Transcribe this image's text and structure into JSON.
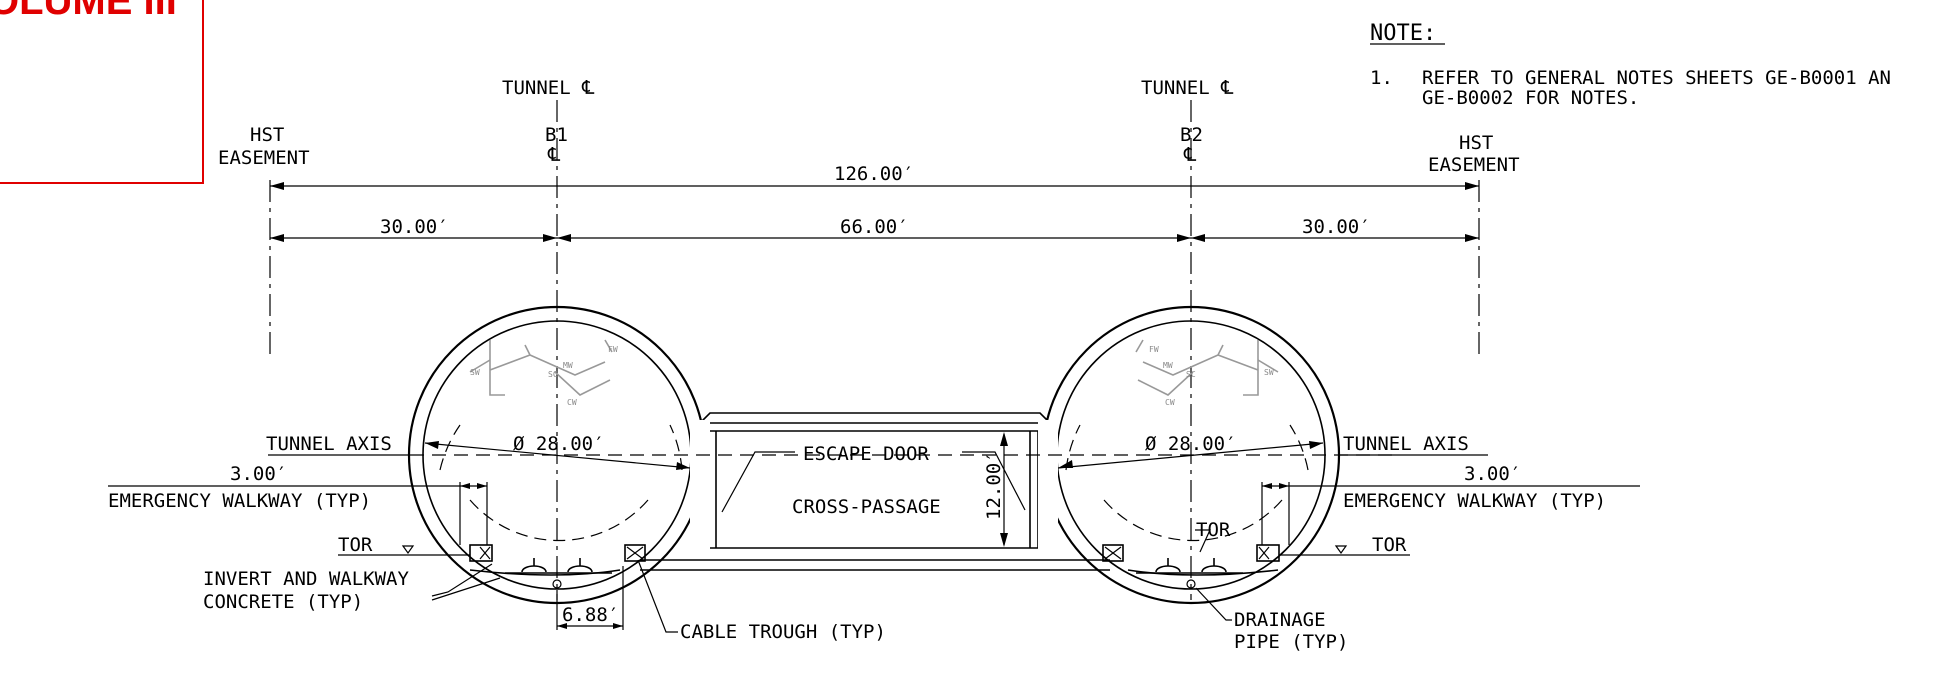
{
  "header": {
    "stamp_text": "OLUME III"
  },
  "notes": {
    "heading": "NOTE:",
    "items": [
      {
        "number": "1.",
        "line1": "REFER TO GENERAL NOTES SHEETS GE-B0001 AN",
        "line2": "GE-B0002 FOR NOTES."
      }
    ]
  },
  "labels": {
    "tunnel_cl_left": "TUNNEL ℄",
    "tunnel_cl_right": "TUNNEL ℄",
    "b1": "B1",
    "b2": "B2",
    "cl_symbol": "℄",
    "hst_left_1": "HST",
    "hst_left_2": "EASEMENT",
    "hst_right_1": "HST",
    "hst_right_2": "EASEMENT",
    "dim_total": "126.00′",
    "dim_left": "30.00′",
    "dim_mid": "66.00′",
    "dim_right": "30.00′",
    "tunnel_axis_left": "TUNNEL AXIS",
    "tunnel_axis_right": "TUNNEL AXIS",
    "dia_left": "Ø 28.00′",
    "dia_right": "Ø 28.00′",
    "walkway_dim_left": "3.00′",
    "walkway_dim_right": "3.00′",
    "walkway_left": "EMERGENCY WALKWAY (TYP)",
    "walkway_right": "EMERGENCY WALKWAY (TYP)",
    "escape_door": "ESCAPE DOOR",
    "cross_passage": "CROSS-PASSAGE",
    "height_dim": "12.00′",
    "tor_left": "TOR",
    "tor_right_top": "TOR",
    "tor_right": "TOR",
    "invert_1": "INVERT AND WALKWAY",
    "invert_2": "CONCRETE (TYP)",
    "track_dim": "6.88′",
    "cable_trough": "CABLE TROUGH (TYP)",
    "drainage_1": "DRAINAGE",
    "drainage_2": "PIPE (TYP)",
    "ocs": {
      "fw": "FW",
      "mw": "MW",
      "sw": "SW",
      "sc": "SC",
      "cw": "CW"
    }
  }
}
